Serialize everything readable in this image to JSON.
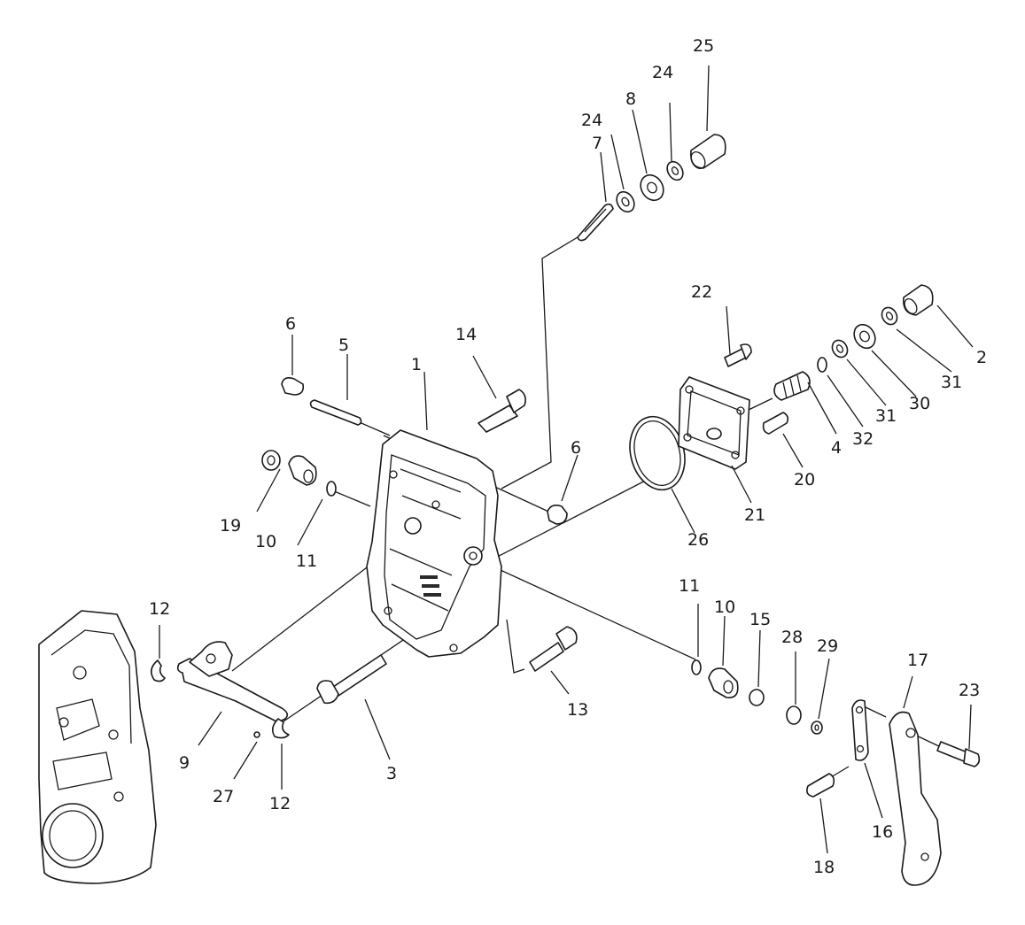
{
  "callouts": [
    {
      "id": "c1",
      "text": "1"
    },
    {
      "id": "c2",
      "text": "2"
    },
    {
      "id": "c3",
      "text": "3"
    },
    {
      "id": "c4",
      "text": "4"
    },
    {
      "id": "c5",
      "text": "5"
    },
    {
      "id": "c6a",
      "text": "6"
    },
    {
      "id": "c6b",
      "text": "6"
    },
    {
      "id": "c7",
      "text": "7"
    },
    {
      "id": "c8",
      "text": "8"
    },
    {
      "id": "c9",
      "text": "9"
    },
    {
      "id": "c10a",
      "text": "10"
    },
    {
      "id": "c10b",
      "text": "10"
    },
    {
      "id": "c11a",
      "text": "11"
    },
    {
      "id": "c11b",
      "text": "11"
    },
    {
      "id": "c12a",
      "text": "12"
    },
    {
      "id": "c12b",
      "text": "12"
    },
    {
      "id": "c13",
      "text": "13"
    },
    {
      "id": "c14",
      "text": "14"
    },
    {
      "id": "c15",
      "text": "15"
    },
    {
      "id": "c16",
      "text": "16"
    },
    {
      "id": "c17",
      "text": "17"
    },
    {
      "id": "c18",
      "text": "18"
    },
    {
      "id": "c19",
      "text": "19"
    },
    {
      "id": "c20",
      "text": "20"
    },
    {
      "id": "c21",
      "text": "21"
    },
    {
      "id": "c22",
      "text": "22"
    },
    {
      "id": "c23",
      "text": "23"
    },
    {
      "id": "c24a",
      "text": "24"
    },
    {
      "id": "c24b",
      "text": "24"
    },
    {
      "id": "c25",
      "text": "25"
    },
    {
      "id": "c26",
      "text": "26"
    },
    {
      "id": "c27",
      "text": "27"
    },
    {
      "id": "c28",
      "text": "28"
    },
    {
      "id": "c29",
      "text": "29"
    },
    {
      "id": "c30",
      "text": "30"
    },
    {
      "id": "c31a",
      "text": "31"
    },
    {
      "id": "c31b",
      "text": "31"
    },
    {
      "id": "c32",
      "text": "32"
    }
  ]
}
